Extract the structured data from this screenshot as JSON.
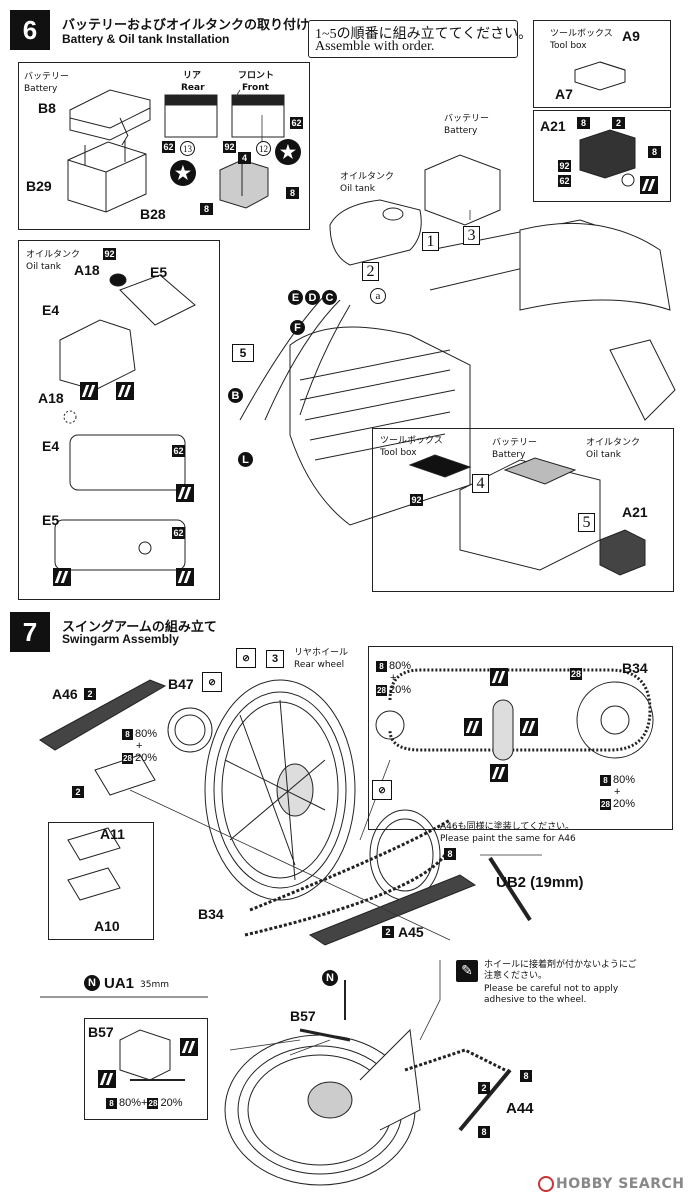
{
  "step6": {
    "number": "6",
    "title_jp": "バッテリーおよびオイルタンクの取り付け",
    "title_en": "Battery & Oil tank Installation",
    "order_jp": "1~5の順番に組み立ててください。",
    "order_en": "Assemble with order.",
    "battery_box": {
      "battery_jp": "バッテリー",
      "battery_en": "Battery",
      "b8": "B8",
      "b29": "B29",
      "b28": "B28",
      "rear_jp": "リア",
      "rear_en": "Rear",
      "front_jp": "フロント",
      "front_en": "Front",
      "c62a": "62",
      "c13": "13",
      "c92": "92",
      "c62b": "62",
      "c12": "12",
      "c4": "4",
      "c8a": "8",
      "c8b": "8"
    },
    "toolbox_box": {
      "jp": "ツールボックス",
      "en": "Tool box",
      "a9": "A9",
      "a7": "A7"
    },
    "a21_box": {
      "a21": "A21",
      "c8a": "8",
      "c2": "2",
      "c8b": "8",
      "c92": "92",
      "c62": "62"
    },
    "oiltank_box": {
      "jp": "オイルタンク",
      "en": "Oil tank",
      "c92": "92",
      "a18a": "A18",
      "e5a": "E5",
      "e4a": "E4",
      "a18b": "A18",
      "e4b": "E4",
      "e5b": "E5",
      "c62a": "62",
      "c62b": "62"
    },
    "main": {
      "battery_jp": "バッテリー",
      "battery_en": "Battery",
      "oil_jp": "オイルタンク",
      "oil_en": "Oil tank",
      "n1": "1",
      "n2": "2",
      "n3": "3",
      "n5": "5",
      "a": "a",
      "e": "E",
      "d": "D",
      "c": "C",
      "f": "F",
      "b": "B",
      "l": "L"
    },
    "inset": {
      "toolbox_jp": "ツールボックス",
      "toolbox_en": "Tool box",
      "battery_jp": "バッテリー",
      "battery_en": "Battery",
      "oil_jp": "オイルタンク",
      "oil_en": "Oil tank",
      "c92": "92",
      "n4": "4",
      "n5": "5",
      "a21": "A21"
    }
  },
  "step7": {
    "number": "7",
    "title_jp": "スイングアームの組み立て",
    "title_en": "Swingarm Assembly",
    "rear_wheel_jp": "リヤホイール",
    "rear_wheel_en": "Rear wheel",
    "n3": "3",
    "a46": "A46",
    "c2a": "2",
    "b47": "B47",
    "mix1": {
      "a": "8",
      "ap": "80%",
      "plus": "+",
      "b": "28",
      "bp": "20%"
    },
    "c2b": "2",
    "a11": "A11",
    "a10": "A10",
    "b34a": "B34",
    "c28": "28",
    "mix2": {
      "a": "8",
      "ap": "80%",
      "plus": "+",
      "b": "28",
      "bp": "20%"
    },
    "mix3": {
      "a": "8",
      "ap": "80%",
      "plus": "+",
      "b": "28",
      "bp": "20%"
    },
    "a46note_jp": "A46も同様に塗装してください。",
    "a46note_en": "Please paint the same for A46",
    "c8": "8",
    "ub2": "UB2 (19mm)",
    "b34b": "B34",
    "c2c": "2",
    "a45": "A45"
  },
  "step7b": {
    "n": "N",
    "ua1": "UA1",
    "ua1_len": "35mm",
    "note_jp": "ホイールに接着剤が付かないようにご注意ください。",
    "note_en": "Please be careful not to apply adhesive to the wheel.",
    "b57a": "B57",
    "b57b": "B57",
    "n2": "N",
    "mix": {
      "a": "8",
      "ap": "80%",
      "plus": "+",
      "b": "28",
      "bp": "20%"
    },
    "c8a": "8",
    "c2": "2",
    "a44": "A44",
    "c8b": "8"
  },
  "watermark": "HOBBY SEARCH"
}
